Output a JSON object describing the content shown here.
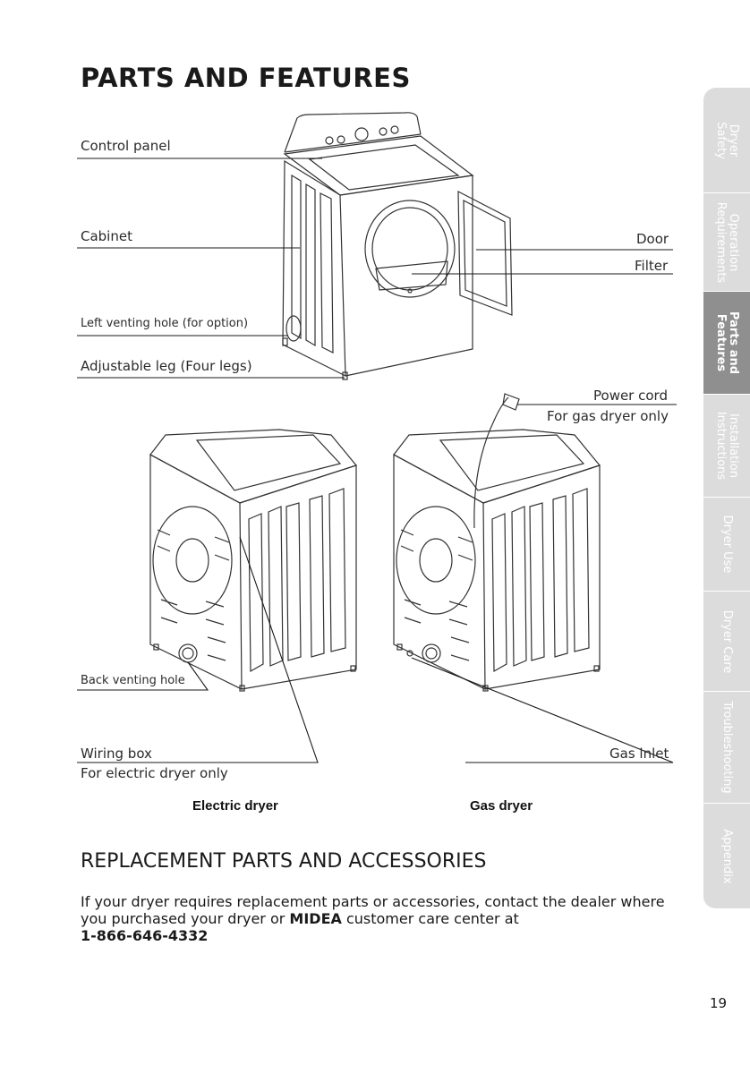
{
  "page": {
    "title": "PARTS AND FEATURES",
    "page_number": "19"
  },
  "labels": {
    "control_panel": "Control panel",
    "cabinet": "Cabinet",
    "left_venting_hole": "Left venting hole (for option)",
    "adjustable_leg": "Adjustable leg (Four legs)",
    "door": "Door",
    "filter": "Filter",
    "power_cord": "Power cord",
    "for_gas_only": "For gas dryer only",
    "back_venting_hole": "Back venting hole",
    "wiring_box": "Wiring box",
    "for_electric_only": "For electric dryer only",
    "gas_inlet": "Gas inlet"
  },
  "captions": {
    "electric": "Electric dryer",
    "gas": "Gas dryer"
  },
  "replacement": {
    "heading": "REPLACEMENT PARTS AND ACCESSORIES",
    "text_before": "If your dryer requires replacement parts or accessories, contact the dealer where you purchased your dryer or ",
    "brand": "MIDEA",
    "text_after": " customer care center at ",
    "phone": "1-866-646-4332"
  },
  "side_tabs": [
    {
      "label": "Dryer\nSafety",
      "active": false
    },
    {
      "label": "Operation\nRequirements",
      "active": false
    },
    {
      "label": "Parts and\nFeatures",
      "active": true
    },
    {
      "label": "Installation\nInstructions",
      "active": false
    },
    {
      "label": "Dryer Use",
      "active": false
    },
    {
      "label": "Dryer Care",
      "active": false
    },
    {
      "label": "Troubleshooting",
      "active": false
    },
    {
      "label": "Appendix",
      "active": false
    }
  ],
  "colors": {
    "tab_inactive": "#dcdcdc",
    "tab_active": "#8f8f8f",
    "line": "#1a1a1a"
  }
}
